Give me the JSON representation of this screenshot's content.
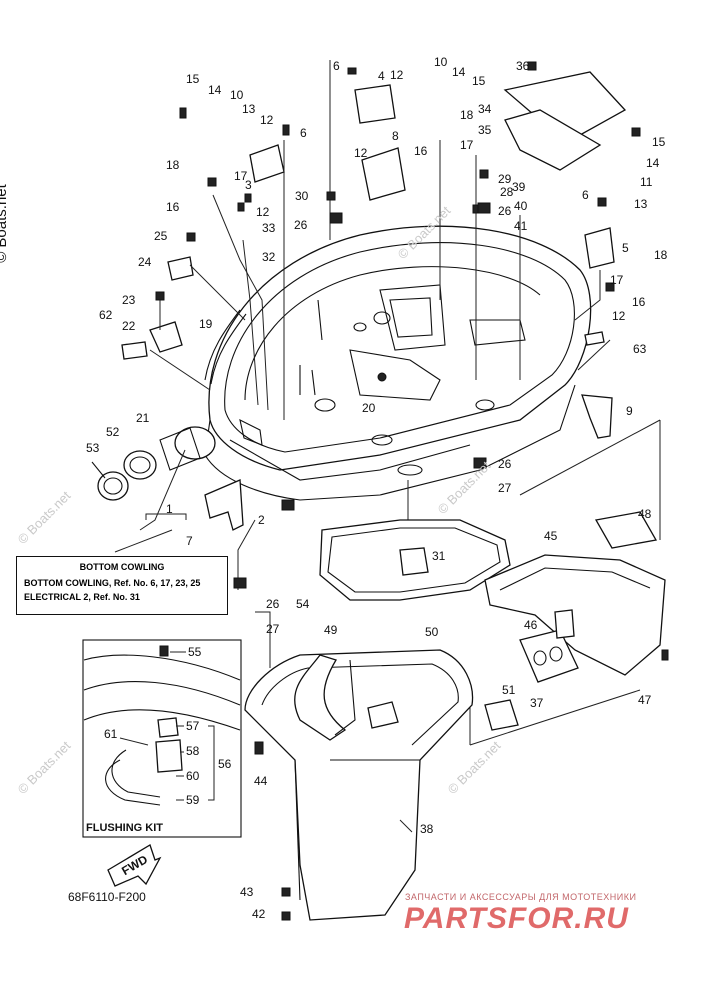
{
  "watermark": {
    "side": "© Boats.net",
    "faint": [
      "© Boats.net",
      "© Boats.net",
      "© Boats.net",
      "© Boats.net",
      "© Boats.net"
    ]
  },
  "legend": {
    "title": "BOTTOM COWLING",
    "line1": "BOTTOM COWLING,  Ref. No. 6, 17, 23, 25",
    "line2": "ELECTRICAL 2,  Ref. No. 31"
  },
  "flushing_kit": "FLUSHING KIT",
  "fwd": "FWD",
  "part_code": "68F6110-F200",
  "shop": {
    "tagline": "ЗАПЧАСТИ И АКСЕССУАРЫ ДЛЯ МОТОТЕХНИКИ",
    "brand": "PARTSFOR.RU"
  },
  "callouts": [
    "1",
    "2",
    "3",
    "4",
    "5",
    "6",
    "6",
    "6",
    "7",
    "8",
    "9",
    "10",
    "10",
    "11",
    "12",
    "12",
    "12",
    "12",
    "12",
    "13",
    "13",
    "14",
    "14",
    "14",
    "15",
    "15",
    "15",
    "16",
    "16",
    "16",
    "17",
    "17",
    "17",
    "18",
    "18",
    "18",
    "19",
    "20",
    "21",
    "22",
    "23",
    "24",
    "25",
    "26",
    "26",
    "26",
    "26",
    "27",
    "27",
    "28",
    "29",
    "30",
    "31",
    "32",
    "33",
    "34",
    "35",
    "36",
    "37",
    "38",
    "39",
    "40",
    "41",
    "42",
    "43",
    "44",
    "45",
    "46",
    "47",
    "48",
    "49",
    "50",
    "51",
    "52",
    "53",
    "54",
    "55",
    "56",
    "57",
    "58",
    "59",
    "60",
    "61",
    "62",
    "63"
  ],
  "colors": {
    "ink": "#111111",
    "brand": "#e06a6a"
  }
}
